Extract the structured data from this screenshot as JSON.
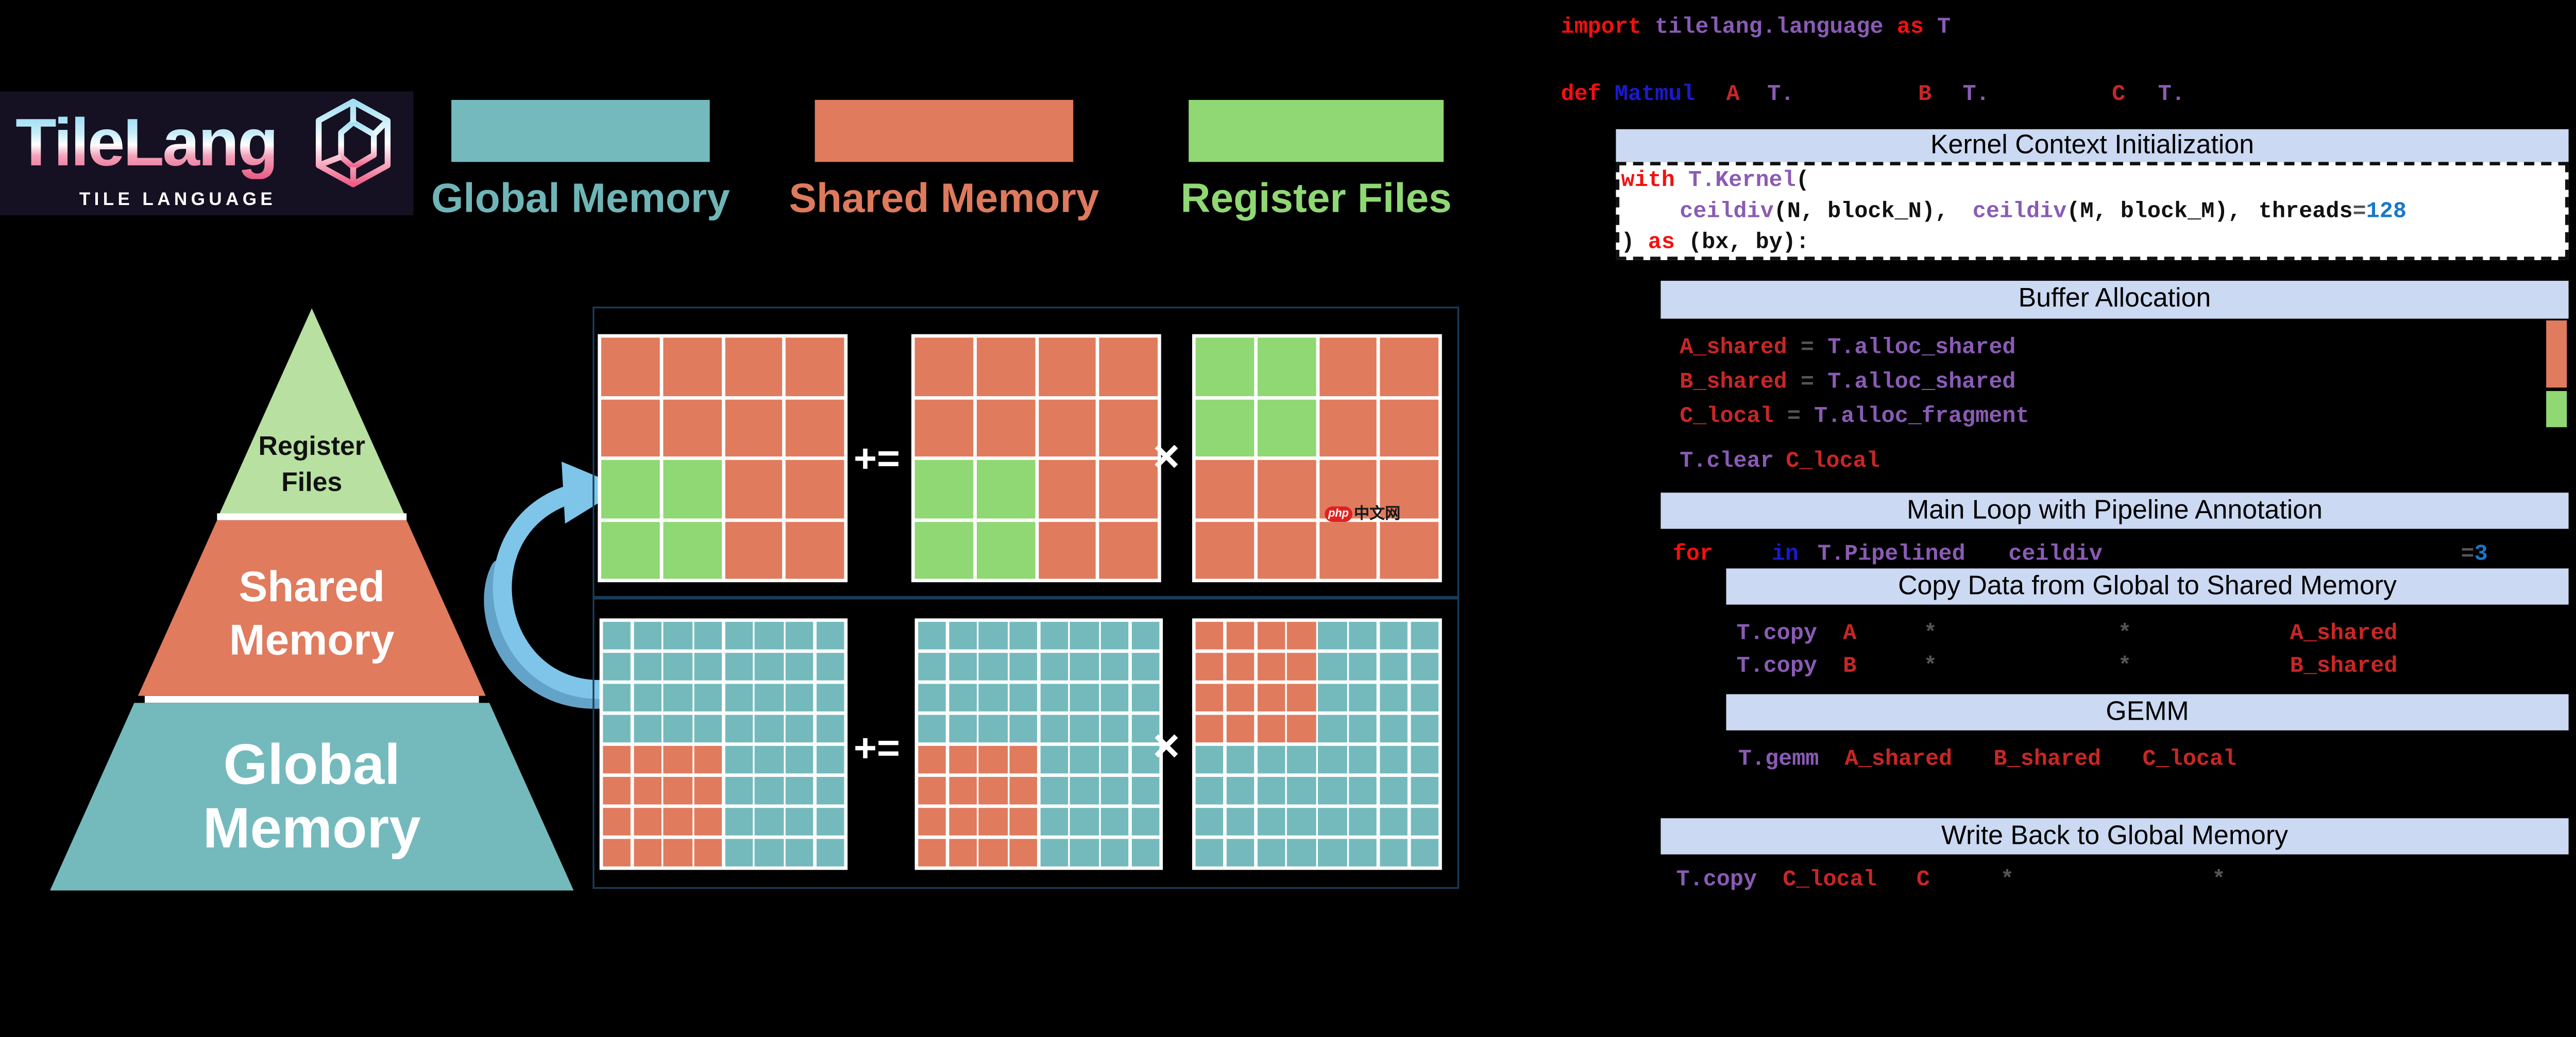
{
  "colors": {
    "teal": "#74BABD",
    "salmon": "#E07B5E",
    "green": "#8FD874",
    "green_light": "#B7E0A1",
    "header_bg": "#CBD9F2",
    "arrow": "#7EC5E9",
    "arrow_dark": "#64A3C8",
    "navy_panel": "#151022",
    "box_border": "#1B3C5A",
    "teal_text": "#6FB5B8",
    "salmon_text": "#DE7A5C",
    "green_text": "#8FD874",
    "code_red": "#F50F0F",
    "code_purple": "#8A5BB5",
    "code_crimson": "#C92626",
    "code_blue": "#1A1ACF",
    "code_num": "#1878C8",
    "code_gray": "#555555"
  },
  "logo": {
    "title": "TileLang",
    "subtitle": "TILE LANGUAGE"
  },
  "legend": {
    "items": [
      {
        "label": "Global Memory",
        "color": "#74BABD"
      },
      {
        "label": "Shared Memory",
        "color": "#E07B5E"
      },
      {
        "label": "Register Files",
        "color": "#8FD874"
      }
    ]
  },
  "pyramid": {
    "levels": [
      {
        "line1": "Register",
        "line2": "Files",
        "color": "#B7E0A1"
      },
      {
        "line1": "Shared",
        "line2": "Memory",
        "color": "#E07B5E"
      },
      {
        "line1": "Global",
        "line2": "Memory",
        "color": "#74BABD"
      }
    ]
  },
  "ops": {
    "accumulate": "+=",
    "multiply": "×"
  },
  "grids": {
    "colors": {
      "S": "#E07B5E",
      "G": "#8FD874",
      "T": "#74BABD"
    },
    "top": [
      {
        "rows": [
          "SSSS",
          "SSSS",
          "GGSS",
          "GGSS"
        ]
      },
      {
        "rows": [
          "SSSS",
          "SSSS",
          "GGSS",
          "GGSS"
        ]
      },
      {
        "rows": [
          "GGSS",
          "GGSS",
          "SSSS",
          "SSSS"
        ]
      }
    ],
    "bottom": [
      {
        "rows": [
          "TTTTTTTT",
          "TTTTTTTT",
          "TTTTTTTT",
          "TTTTTTTT",
          "SSSSTTTT",
          "SSSSTTTT",
          "SSSSTTTT",
          "SSSSTTTT"
        ]
      },
      {
        "rows": [
          "TTTTTTTT",
          "TTTTTTTT",
          "TTTTTTTT",
          "TTTTTTTT",
          "SSSSTTTT",
          "SSSSTTTT",
          "SSSSTTTT",
          "SSSSTTTT"
        ]
      },
      {
        "rows": [
          "SSSSTTTT",
          "SSSSTTTT",
          "SSSSTTTT",
          "SSSSTTTT",
          "TTTTTTTT",
          "TTTTTTTT",
          "TTTTTTTT",
          "TTTTTTTT"
        ]
      }
    ]
  },
  "watermark": {
    "badge": "php",
    "text": "中文网"
  },
  "code": {
    "import": {
      "kw": "import",
      "module": "tilelang.language",
      "as_kw": "as",
      "alias": "T"
    },
    "def": {
      "kw": "def",
      "name": "Matmul",
      "a": "A",
      "ta": "T.",
      "b": "B",
      "tb": "T.",
      "c": "C",
      "tc": "T."
    },
    "kernel": {
      "header": "Kernel Context Initialization",
      "l1_kw": "with",
      "l1_fn": "T.Kernel",
      "l1_paren": "(",
      "l2_fn1": "ceildiv",
      "l2_args1": "(N, block_N),",
      "l2_fn2": "ceildiv",
      "l2_args2": "(M, block_M),",
      "l2_threads": "threads",
      "l2_eq": "=",
      "l2_num": "128",
      "l3_paren": ")",
      "l3_kw": "as",
      "l3_rest": "(bx, by):"
    },
    "buffer": {
      "header": "Buffer Allocation",
      "lines": [
        {
          "lhs": "A_shared",
          "eq": "=",
          "rhs": "T.alloc_shared"
        },
        {
          "lhs": "B_shared",
          "eq": "=",
          "rhs": "T.alloc_shared"
        },
        {
          "lhs": "C_local",
          "eq": "=",
          "rhs": "T.alloc_fragment"
        }
      ],
      "clear_fn": "T.clear",
      "clear_arg": "C_local"
    },
    "mainloop": {
      "header": "Main Loop with Pipeline Annotation",
      "for_kw": "for",
      "in_kw": "in",
      "fn1": "T.Pipelined",
      "fn2": "ceildiv",
      "eq": "=",
      "num": "3"
    },
    "copy": {
      "header": "Copy Data from Global to Shared Memory",
      "lines": [
        {
          "fn": "T.copy",
          "src": "A",
          "star1": "*",
          "star2": "*",
          "dst": "A_shared"
        },
        {
          "fn": "T.copy",
          "src": "B",
          "star1": "*",
          "star2": "*",
          "dst": "B_shared"
        }
      ]
    },
    "gemm": {
      "header": "GEMM",
      "fn": "T.gemm",
      "a1": "A_shared",
      "a2": "B_shared",
      "a3": "C_local"
    },
    "writeback": {
      "header": "Write Back to Global Memory",
      "fn": "T.copy",
      "src": "C_local",
      "dst": "C",
      "star1": "*",
      "star2": "*"
    }
  }
}
